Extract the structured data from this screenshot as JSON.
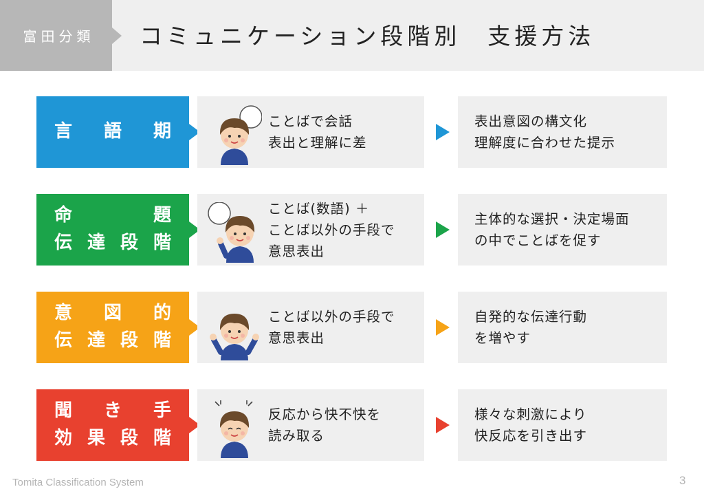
{
  "header": {
    "tag": "富田分類",
    "title": "コミュニケーション段階別　支援方法"
  },
  "colors": {
    "header_band": "#efefef",
    "header_tag": "#b7b7b7",
    "stage_1": "#1f96d6",
    "stage_2": "#1ba44a",
    "stage_3": "#f6a317",
    "stage_4": "#e8412f",
    "panel": "#efefef"
  },
  "rows": [
    {
      "stage_lines": [
        [
          "言",
          "語",
          "期"
        ]
      ],
      "avatar_icon": "boy-with-speech-bubble-icon",
      "description": [
        "ことばで会話",
        "表出と理解に差"
      ],
      "support": [
        "表出意図の構文化",
        "理解度に合わせた提示"
      ]
    },
    {
      "stage_lines": [
        [
          "命",
          "題"
        ],
        [
          "伝",
          "達",
          "段",
          "階"
        ]
      ],
      "avatar_icon": "boy-pointing-with-speech-bubble-icon",
      "description": [
        "ことば(数語) ＋",
        "ことば以外の手段で",
        "意思表出"
      ],
      "support": [
        "主体的な選択・決定場面",
        "の中でことばを促す"
      ]
    },
    {
      "stage_lines": [
        [
          "意",
          "図",
          "的"
        ],
        [
          "伝",
          "達",
          "段",
          "階"
        ]
      ],
      "avatar_icon": "boy-raising-hands-icon",
      "description": [
        "ことば以外の手段で",
        "意思表出"
      ],
      "support": [
        "自発的な伝達行動",
        "を増やす"
      ]
    },
    {
      "stage_lines": [
        [
          "聞",
          "き",
          "手"
        ],
        [
          "効",
          "果",
          "段",
          "階"
        ]
      ],
      "avatar_icon": "smiling-boy-icon",
      "description": [
        "反応から快不快を",
        "読み取る"
      ],
      "support": [
        "様々な刺激により",
        "快反応を引き出す"
      ]
    }
  ],
  "footer": {
    "label": "Tomita Classification System",
    "page_number": "3"
  }
}
